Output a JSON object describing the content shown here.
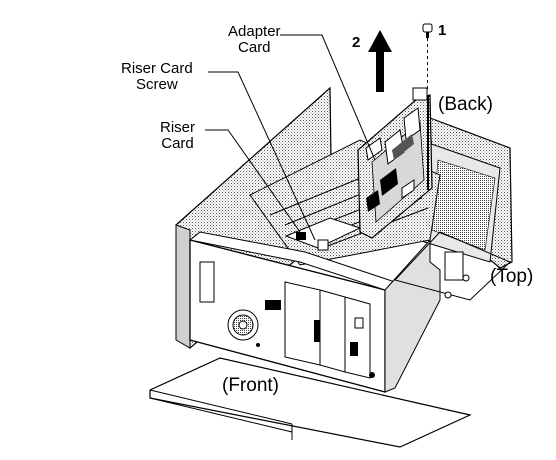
{
  "labels": {
    "adapter_card_line1": "Adapter",
    "adapter_card_line2": "Card",
    "riser_card_screw_line1": "Riser Card",
    "riser_card_screw_line2": "Screw",
    "riser_card_line1": "Riser",
    "riser_card_line2": "Card",
    "back": "(Back)",
    "top": "(Top)",
    "front": "(Front)",
    "step1": "1",
    "step2": "2"
  }
}
